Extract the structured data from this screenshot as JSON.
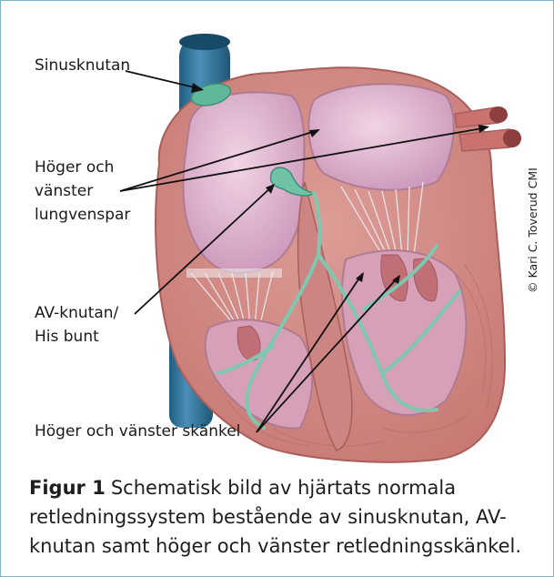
{
  "labels": {
    "sinus_node": "Sinusknutan",
    "pulmonary_veins": [
      "Höger och",
      "vänster",
      "lungvenspar"
    ],
    "av_node": [
      "AV-knutan/",
      "His bunt"
    ],
    "bundle_branches": "Höger och vänster skänkel"
  },
  "credit": "© Kari C. Toverud CMI",
  "caption": {
    "figure_label": "Figur 1",
    "text": "Schematisk bild av hjärtats normala retledningssystem bestående av sinusknutan, AV-knutan samt höger och vänster retledningsskänkel."
  },
  "colors": {
    "frame": "#7fb1c9",
    "vein": "#2e6f95",
    "heart_wall": "#d38a88",
    "chamber": "#e3b4cd",
    "conduction": "#7fc8b0"
  }
}
